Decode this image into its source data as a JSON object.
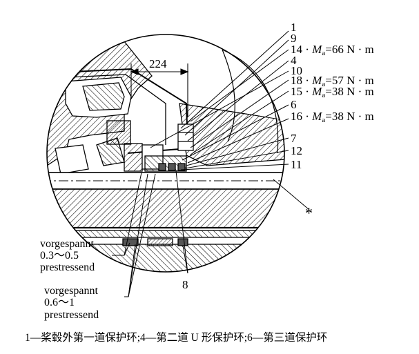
{
  "dimension": {
    "value": "224"
  },
  "part_labels": {
    "p1": "1",
    "p9": "9",
    "p4": "4",
    "p10": "10",
    "p6": "6",
    "p7": "7",
    "p12": "12",
    "p11": "11",
    "p8": "8"
  },
  "torque_labels": {
    "t14": {
      "num": "14",
      "var": "M",
      "sub": "a",
      "val": "=66 N",
      "unit": "m"
    },
    "t18": {
      "num": "18",
      "var": "M",
      "sub": "a",
      "val": "=57 N",
      "unit": "m"
    },
    "t15": {
      "num": "15",
      "var": "M",
      "sub": "a",
      "val": "=38 N",
      "unit": "m"
    },
    "t16": {
      "num": "16",
      "var": "M",
      "sub": "a",
      "val": "=38  N",
      "unit": "m"
    }
  },
  "dot": "·",
  "asterisk": "*",
  "preload_notes": {
    "upper": {
      "line1": "vorgespannt",
      "line2": "0.3～0.5",
      "line3": "prestressend"
    },
    "lower": {
      "line1": "vorgespannt",
      "line2": "0.6～1",
      "line3": "prestressend"
    }
  },
  "caption": "1—桨毂外第一道保护环;4—第二道 U 形保护环;6—第三道保护环",
  "colors": {
    "ink": "#000000",
    "paper": "#ffffff",
    "fill": "#555555"
  }
}
